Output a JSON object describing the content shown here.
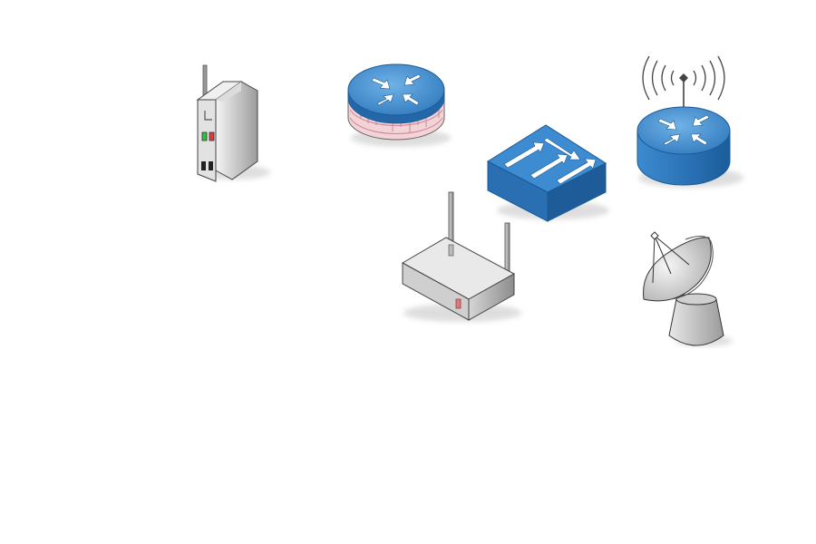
{
  "diagram": {
    "devices": [
      {
        "id": "access-point",
        "icon": "wireless-access-point-icon"
      },
      {
        "id": "firewall-router",
        "icon": "firewall-router-icon"
      },
      {
        "id": "wireless-router",
        "icon": "wireless-router-icon"
      },
      {
        "id": "switch",
        "icon": "network-switch-icon"
      },
      {
        "id": "wifi-modem",
        "icon": "wifi-modem-icon"
      },
      {
        "id": "satellite-dish",
        "icon": "satellite-dish-icon"
      }
    ]
  },
  "colors": {
    "background": "#ffffff",
    "device_blue": "#2f78bd",
    "device_blue_dark": "#1a5a96",
    "device_blue_top": "#5aa3de",
    "firewall_brick": "#f4d3d8",
    "firewall_mortar": "#c98a95",
    "device_gray_light": "#efefef",
    "device_gray_dark": "#9a9a9a",
    "led_green": "#2fbf3f",
    "led_red": "#e03a3a"
  }
}
